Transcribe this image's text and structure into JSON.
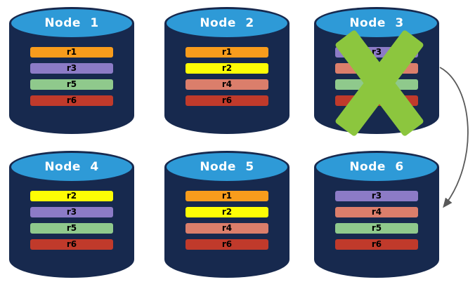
{
  "nodes": [
    {
      "title": "Node 1",
      "failed": false,
      "replicas": [
        {
          "label": "r1",
          "color": "#F89C1C"
        },
        {
          "label": "r3",
          "color": "#8C7BC6"
        },
        {
          "label": "r5",
          "color": "#8FC98C"
        },
        {
          "label": "r6",
          "color": "#C03A2B"
        }
      ]
    },
    {
      "title": "Node 2",
      "failed": false,
      "replicas": [
        {
          "label": "r1",
          "color": "#F89C1C"
        },
        {
          "label": "r2",
          "color": "#FDFD05"
        },
        {
          "label": "r4",
          "color": "#DB7E6B"
        },
        {
          "label": "r6",
          "color": "#C03A2B"
        }
      ]
    },
    {
      "title": "Node 3",
      "failed": true,
      "replicas": [
        {
          "label": "r3",
          "color": "#8C7BC6"
        },
        {
          "label": "r4",
          "color": "#DB7E6B"
        },
        {
          "label": "r5",
          "color": "#8FC98C"
        },
        {
          "label": "r6",
          "color": "#C03A2B"
        }
      ]
    },
    {
      "title": "Node 4",
      "failed": false,
      "replicas": [
        {
          "label": "r2",
          "color": "#FDFD05"
        },
        {
          "label": "r3",
          "color": "#8C7BC6"
        },
        {
          "label": "r5",
          "color": "#8FC98C"
        },
        {
          "label": "r6",
          "color": "#C03A2B"
        }
      ]
    },
    {
      "title": "Node 5",
      "failed": false,
      "replicas": [
        {
          "label": "r1",
          "color": "#F89C1C"
        },
        {
          "label": "r2",
          "color": "#FDFD05"
        },
        {
          "label": "r4",
          "color": "#DB7E6B"
        },
        {
          "label": "r6",
          "color": "#C03A2B"
        }
      ]
    },
    {
      "title": "Node 6",
      "failed": false,
      "replicas": [
        {
          "label": "r3",
          "color": "#8C7BC6"
        },
        {
          "label": "r4",
          "color": "#DB7E6B"
        },
        {
          "label": "r5",
          "color": "#8FC98C"
        },
        {
          "label": "r6",
          "color": "#C03A2B"
        }
      ]
    }
  ],
  "failure_x": {
    "node": "Node 3",
    "color": "#8CC63E"
  },
  "arrow": {
    "from": "Node 3",
    "to": "Node 6",
    "color": "#595959"
  },
  "colors": {
    "cylinder_body": "#17294E",
    "cylinder_top": "#2E9AD7",
    "title_text": "#FFFFFF",
    "bar_text": "#000000"
  }
}
